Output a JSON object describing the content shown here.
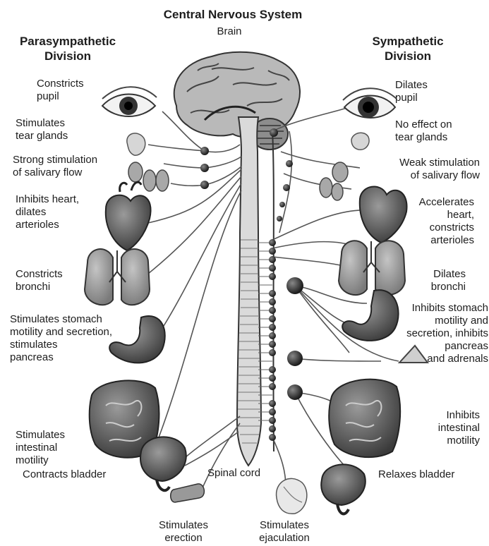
{
  "header": {
    "title": "Central Nervous System",
    "brain": "Brain",
    "left_division": "Parasympathetic\nDivision",
    "right_division": "Sympathetic\nDivision"
  },
  "parasympathetic": {
    "pupil": "Constricts\npupil",
    "tear": "Stimulates\ntear glands",
    "salivary": "Strong stimulation\nof salivary flow",
    "heart": "Inhibits heart,\ndilates\narterioles",
    "bronchi": "Constricts\nbronchi",
    "stomach": "Stimulates stomach\nmotility and secretion,\nstimulates\npancreas",
    "intestine": "Stimulates\nintestinal\nmotility",
    "bladder": "Contracts bladder"
  },
  "sympathetic": {
    "pupil": "Dilates\npupil",
    "tear": "No effect on\ntear glands",
    "salivary": "Weak stimulation\nof salivary flow",
    "heart": "Accelerates\nheart,\nconstricts\narterioles",
    "bronchi": "Dilates\nbronchi",
    "stomach": "Inhibits stomach\nmotility and\nsecretion, inhibits\npancreas\nand adrenals",
    "intestine": "Inhibits\nintestinal\nmotility",
    "bladder": "Relaxes bladder"
  },
  "bottom": {
    "spinal_cord": "Spinal cord",
    "erection": "Stimulates\nerection",
    "ejaculation": "Stimulates\nejaculation"
  }
}
